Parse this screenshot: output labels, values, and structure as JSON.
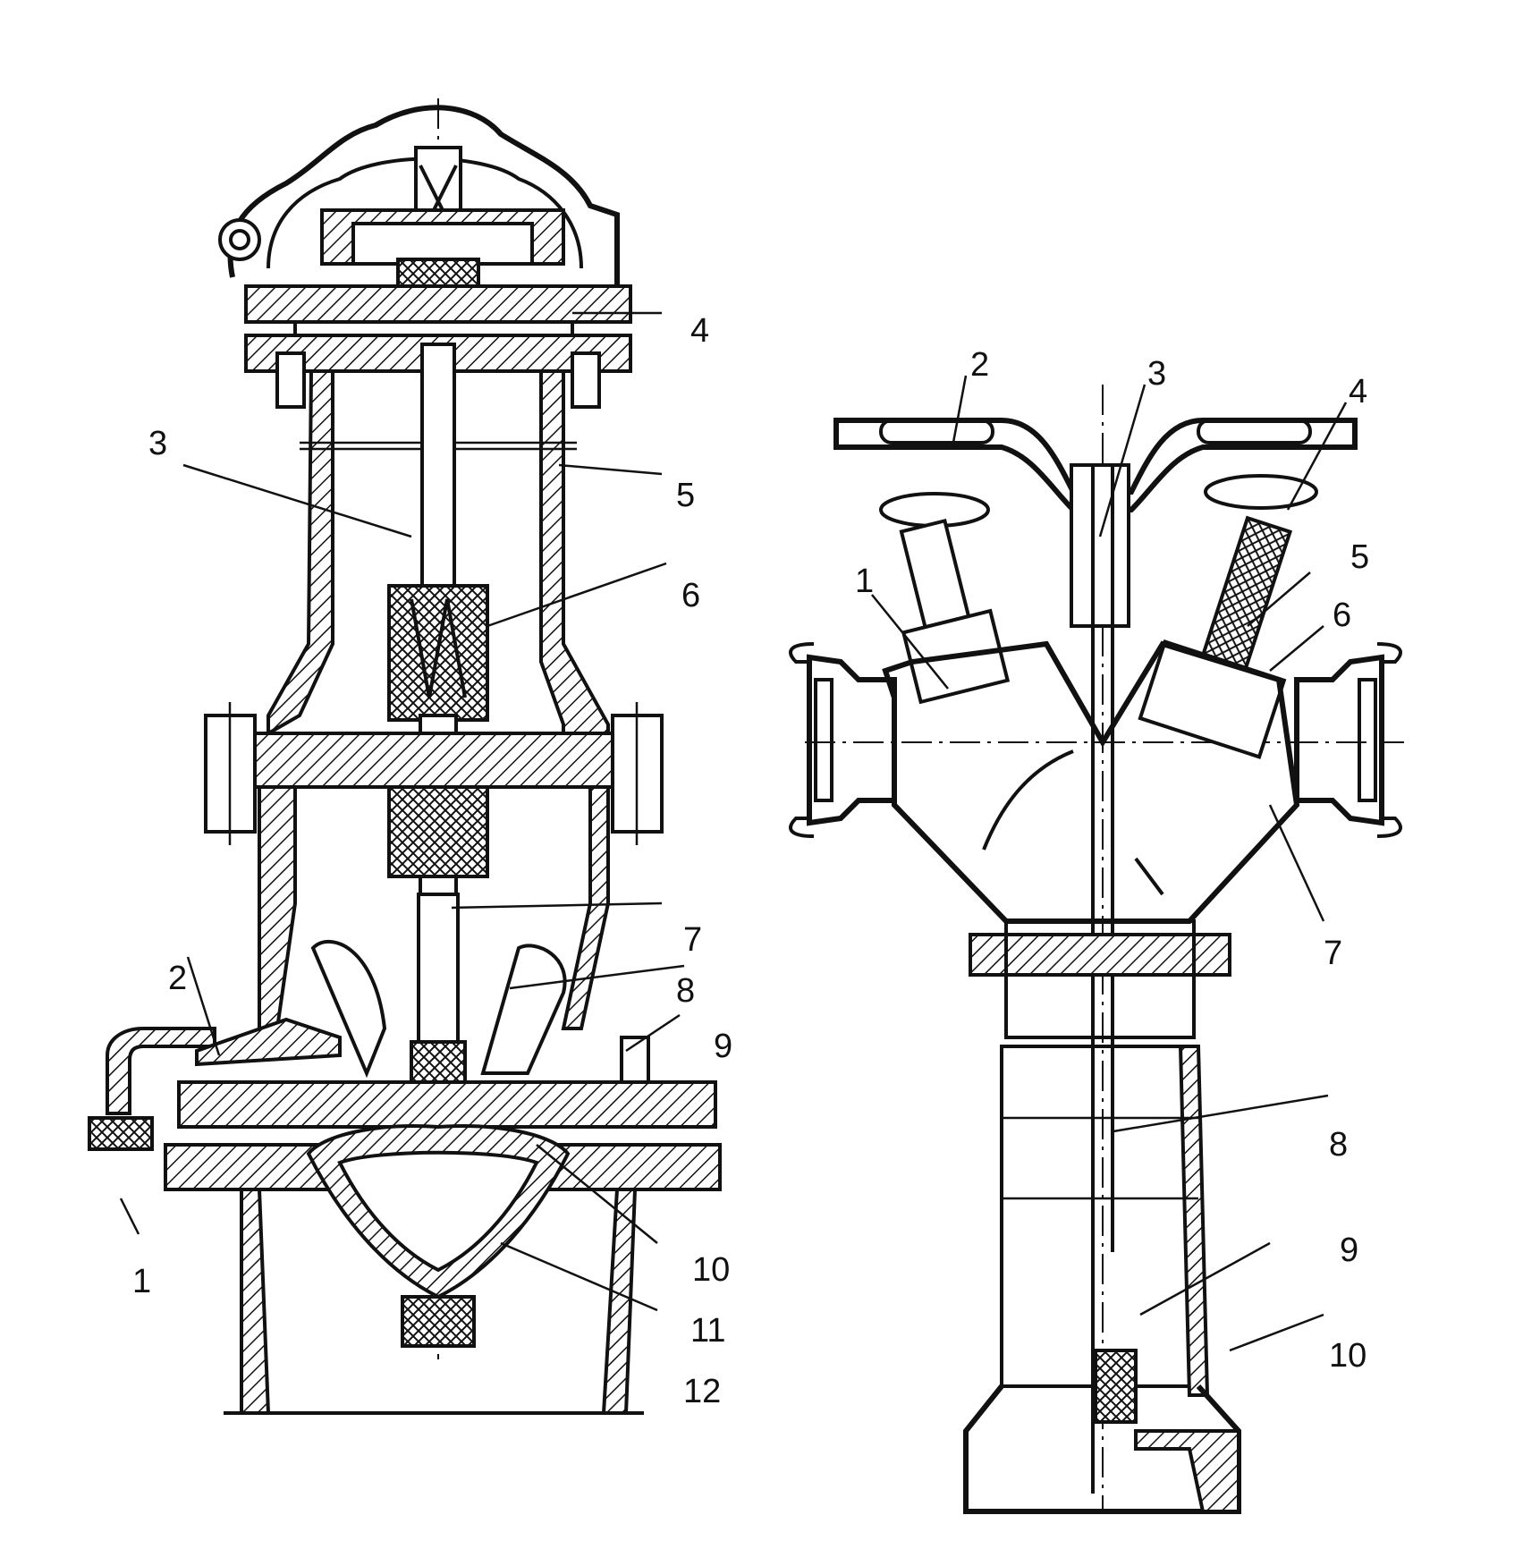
{
  "left_hydrant": {
    "labels": [
      "1",
      "2",
      "3",
      "4",
      "5",
      "6",
      "7",
      "8",
      "9",
      "10",
      "11",
      "12"
    ]
  },
  "right_hydrant": {
    "labels": [
      "1",
      "2",
      "3",
      "4",
      "5",
      "6",
      "7",
      "8",
      "9",
      "10"
    ]
  },
  "colors": {
    "ink": "#111111",
    "paper": "#ffffff"
  }
}
